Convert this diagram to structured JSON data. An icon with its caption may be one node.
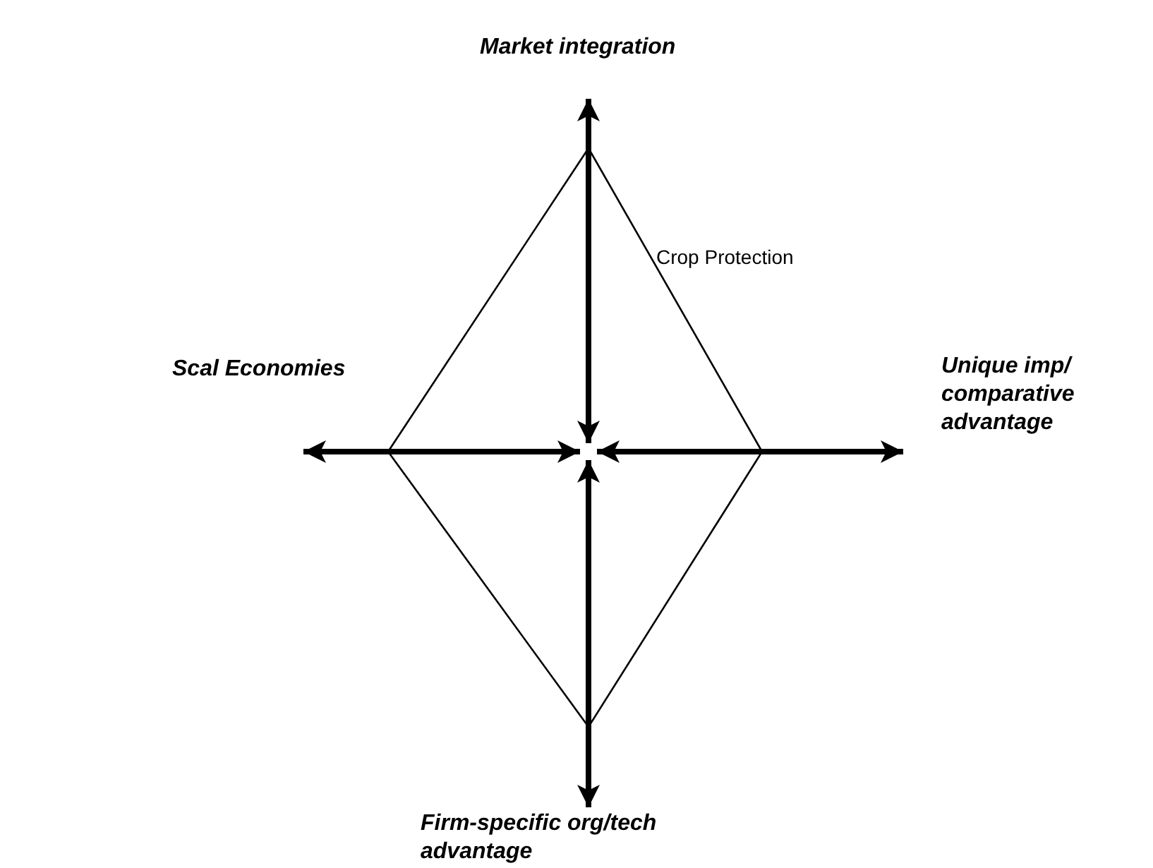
{
  "diagram": {
    "labels": [
      "Market integration",
      "Crop Protection",
      "Scal Economies",
      "Unique imp/ comparative advantage",
      "Firm-specific org/tech advantage"
    ]
  }
}
